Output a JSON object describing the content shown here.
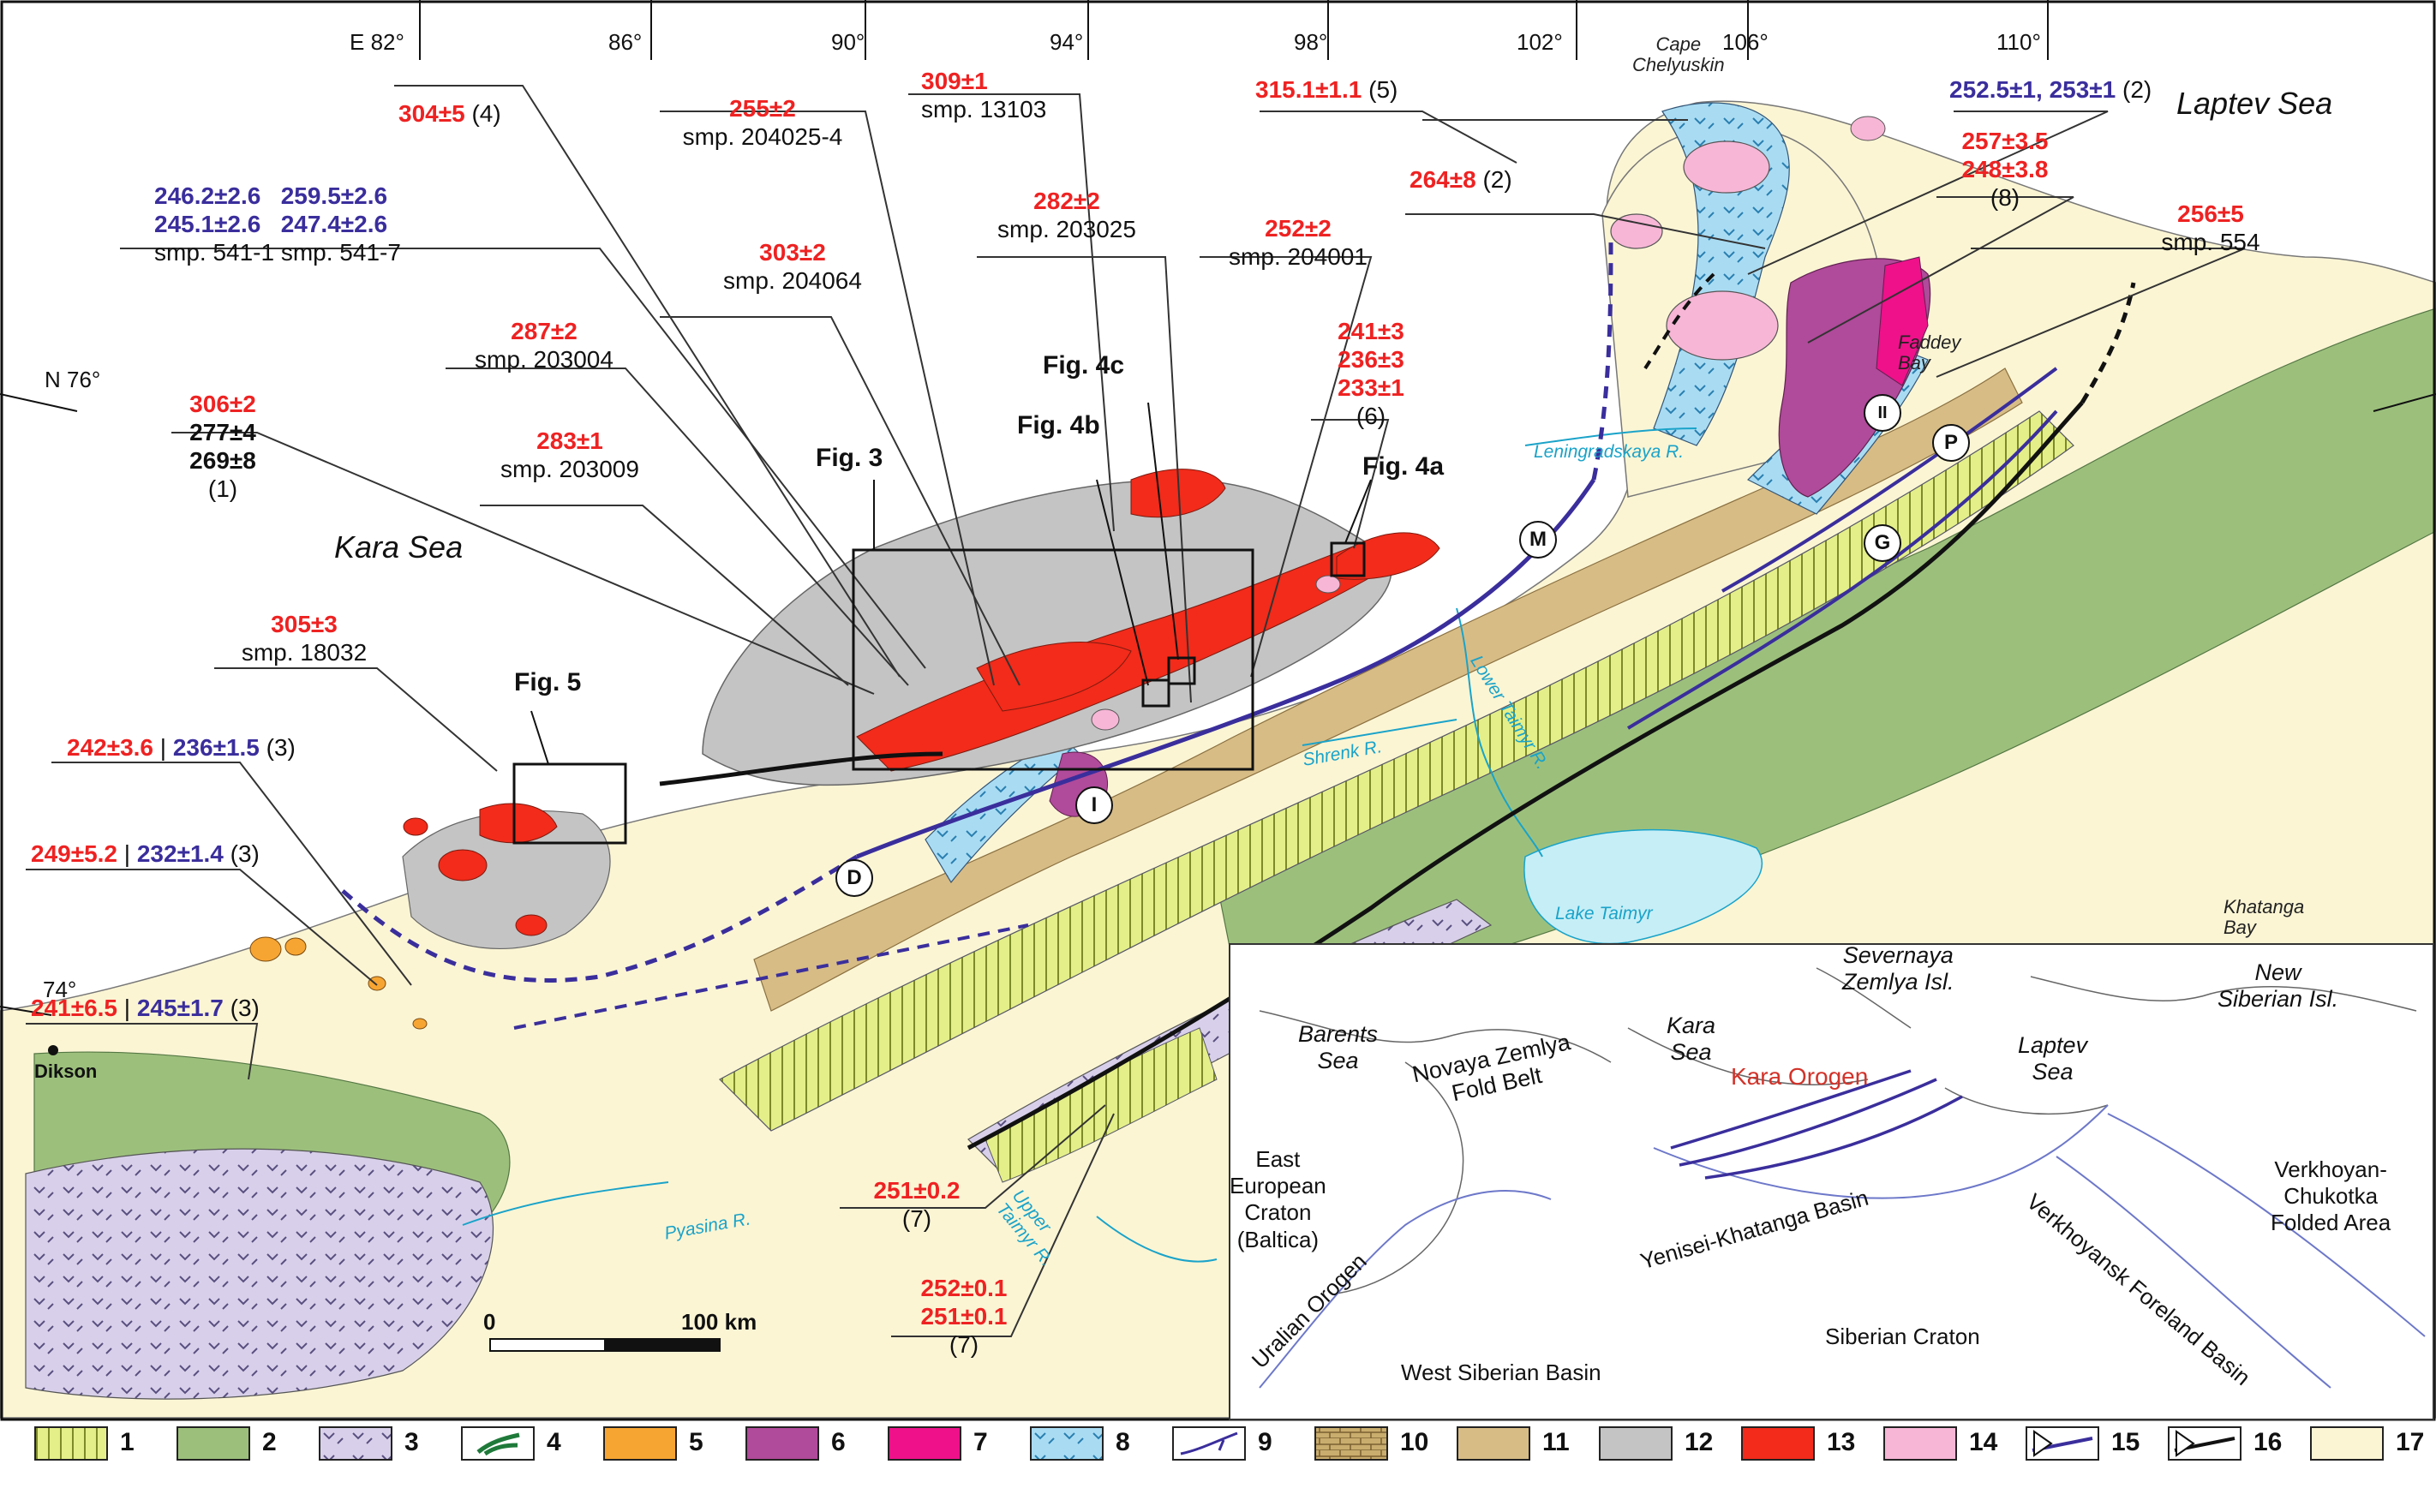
{
  "coords": {
    "lon_e82": "E 82°",
    "lon_86": "86°",
    "lon_90": "90°",
    "lon_94": "94°",
    "lon_98": "98°",
    "lon_102": "102°",
    "lon_106": "106°",
    "lon_110": "110°",
    "lat_76": "N 76°",
    "lat_74": "74°"
  },
  "seas": {
    "kara": "Kara Sea",
    "laptev": "Laptev Sea"
  },
  "places": {
    "cape": [
      "Cape",
      "Chelyuskin"
    ],
    "faddey": [
      "Faddey",
      "Bay"
    ],
    "khatanga": [
      "Khatanga",
      "Bay"
    ],
    "dikson": "Dikson",
    "lake": "Lake Taimyr"
  },
  "rivers": {
    "leningradskaya": "Leningradskaya R.",
    "shrenk": "Shrenk R.",
    "lower_taimyr": "Lower Taimyr R.",
    "upper_taimyr": [
      "Upper",
      "Taimyr R."
    ],
    "pyasina": "Pyasina R."
  },
  "figures": {
    "fig3": "Fig. 3",
    "fig4a": "Fig. 4a",
    "fig4b": "Fig. 4b",
    "fig4c": "Fig. 4c",
    "fig5": "Fig. 5"
  },
  "zones": {
    "M": "M",
    "D": "D",
    "I": "I",
    "II": "II",
    "P": "P",
    "G": "G"
  },
  "ages": {
    "a304": {
      "red": "304±5",
      "ref": "(4)"
    },
    "a255": {
      "red": "255±2",
      "smp": "smp. 204025-4"
    },
    "a309": {
      "red": "309±1",
      "smp": "smp. 13103"
    },
    "a315": {
      "red": "315.1±1.1",
      "ref": "(5)"
    },
    "a252_253": {
      "blue": "252.5±1, 253±1",
      "ref": "(2)"
    },
    "a541": {
      "b1": "246.2±2.6",
      "b2": "259.5±2.6",
      "b3": "245.1±2.6",
      "b4": "247.4±2.6",
      "smp": "smp. 541-1 smp. 541-7"
    },
    "a282": {
      "red": "282±2",
      "smp": "smp. 203025"
    },
    "a252": {
      "red": "252±2",
      "smp": "smp. 204001"
    },
    "a264": {
      "red": "264±8",
      "ref": "(2)"
    },
    "a257": {
      "r1": "257±3.5",
      "r2": "248±3.8",
      "ref": "(8)"
    },
    "a256": {
      "red": "256±5",
      "smp": "smp. 554"
    },
    "a303": {
      "red": "303±2",
      "smp": "smp. 204064"
    },
    "a287": {
      "red": "287±2",
      "smp": "smp. 203004"
    },
    "a241": {
      "r1": "241±3",
      "r2": "236±3",
      "r3": "233±1",
      "ref": "(6)"
    },
    "a306": {
      "red": "306±2",
      "k1": "277±4",
      "k2": "269±8",
      "ref": "(1)"
    },
    "a283": {
      "red": "283±1",
      "smp": "smp. 203009"
    },
    "a305": {
      "red": "305±3",
      "smp": "smp. 18032"
    },
    "a242": {
      "red": "242±3.6",
      "sep": " | ",
      "blue": "236±1.5",
      "ref": " (3)"
    },
    "a249": {
      "red": "249±5.2",
      "sep": " | ",
      "blue": "232±1.4",
      "ref": " (3)"
    },
    "a241b": {
      "red": "241±6.5",
      "sep": " | ",
      "blue": "245±1.7",
      "ref": " (3)"
    },
    "a251": {
      "red": "251±0.2",
      "ref": "(7)"
    },
    "a252b": {
      "r1": "252±0.1",
      "r2": "251±0.1",
      "ref": "(7)"
    }
  },
  "inset": {
    "barents": [
      "Barents",
      "Sea"
    ],
    "novaya": [
      "Novaya Zemlya",
      "Fold Belt"
    ],
    "kara": [
      "Kara",
      "Sea"
    ],
    "severnaya": [
      "Severnaya",
      "Zemlya Isl."
    ],
    "laptev": [
      "Laptev",
      "Sea"
    ],
    "newsib": [
      "New",
      "Siberian Isl."
    ],
    "kara_orogen": "Kara Orogen",
    "eec": [
      "East",
      "European",
      "Craton",
      "(Baltica)"
    ],
    "yenisei": "Yenisei-Khatanga Basin",
    "verkh_foreland": "Verkhoyansk Foreland Basin",
    "verkh_chukotka": [
      "Verkhoyan-",
      "Chukotka",
      "Folded Area"
    ],
    "uralian": "Uralian Orogen",
    "siberian": "Siberian Craton",
    "westsib": "West Siberian Basin"
  },
  "scale": {
    "zero": "0",
    "end": "100 km"
  },
  "legend": [
    {
      "num": "1",
      "color": "#e4ef8a",
      "pattern": "vlines"
    },
    {
      "num": "2",
      "color": "#9cc07c",
      "pattern": "none"
    },
    {
      "num": "3",
      "color": "#d8d0ea",
      "pattern": "checks"
    },
    {
      "num": "4",
      "color": "#ffffff",
      "pattern": "dikes"
    },
    {
      "num": "5",
      "color": "#f7a532",
      "pattern": "none"
    },
    {
      "num": "6",
      "color": "#b04a9a",
      "pattern": "none"
    },
    {
      "num": "7",
      "color": "#ee118a",
      "pattern": "none"
    },
    {
      "num": "8",
      "color": "#a9dcf3",
      "pattern": "checks_blue"
    },
    {
      "num": "9",
      "color": "#ffffff",
      "pattern": "fault"
    },
    {
      "num": "10",
      "color": "#c9ad6e",
      "pattern": "bricks"
    },
    {
      "num": "11",
      "color": "#d7bc86",
      "pattern": "none"
    },
    {
      "num": "12",
      "color": "#c4c4c4",
      "pattern": "none"
    },
    {
      "num": "13",
      "color": "#f22b1a",
      "pattern": "none"
    },
    {
      "num": "14",
      "color": "#f7b6d6",
      "pattern": "none"
    },
    {
      "num": "15",
      "color": "#ffffff",
      "pattern": "thrust_blue"
    },
    {
      "num": "16",
      "color": "#ffffff",
      "pattern": "thrust_black"
    },
    {
      "num": "17",
      "color": "#fbf5d4",
      "pattern": "none"
    }
  ]
}
